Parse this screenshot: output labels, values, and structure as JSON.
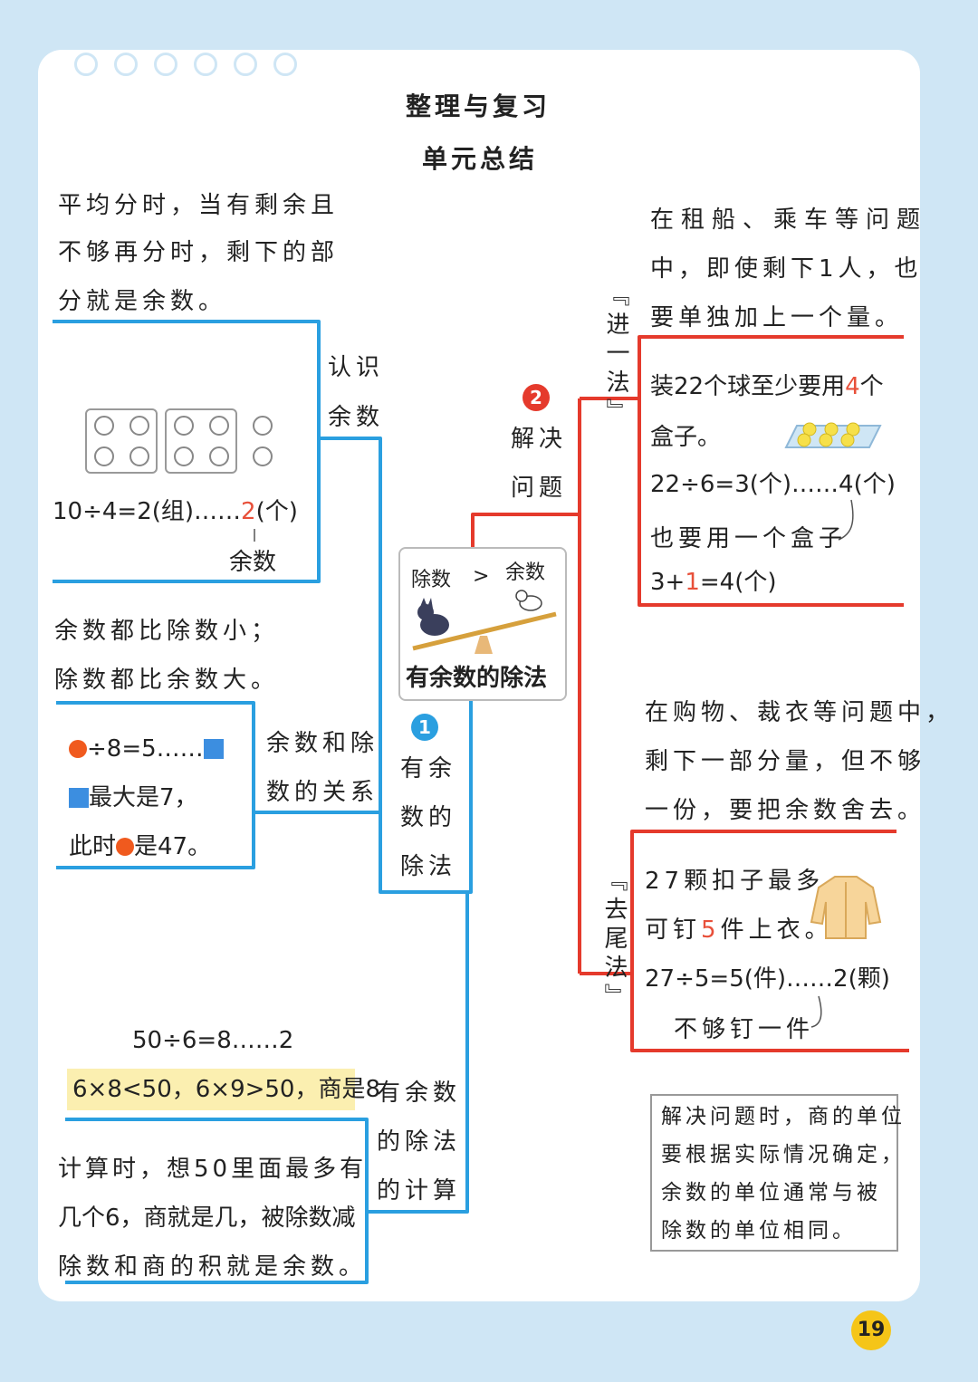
{
  "header": {
    "title": "整理与复习",
    "subtitle": "单元总结"
  },
  "center": {
    "compare": {
      "left": "除数",
      "symbol": ">",
      "right": "余数"
    },
    "title": "有余数的除法"
  },
  "branch1": {
    "num": "1",
    "label": [
      "有余",
      "数的",
      "除法"
    ]
  },
  "branch2": {
    "num": "2",
    "label": [
      "解决",
      "问题"
    ]
  },
  "recognize": {
    "def": [
      "平均分时，当有剩余且",
      "不够再分时，剩下的部",
      "分就是余数。"
    ],
    "label": [
      "认识",
      "余数"
    ],
    "equation_pre": "10÷4=2(组)……",
    "equation_rem": "2",
    "equation_post": "(个)",
    "remainder_label": "余数"
  },
  "relation": {
    "rule": [
      "余数都比除数小；",
      "除数都比余数大。"
    ],
    "label": [
      "余数和除",
      "数的关系"
    ],
    "line1": "÷8=5……",
    "line2": "最大是7，",
    "line3_pre": "此时",
    "line3_post": "是47。"
  },
  "calc": {
    "equation": "50÷6=8……2",
    "hint": "6×8<50，6×9>50，商是8",
    "label": [
      "有余数",
      "的除法",
      "的计算"
    ],
    "text": [
      "计算时，想50里面最多有",
      "几个6，商就是几，被除数减",
      "除数和商的积就是余数。"
    ]
  },
  "jinyi": {
    "label": "『进一法』",
    "desc": [
      "在租船、乘车等问题",
      "中，即使剩下1人，也",
      "要单独加上一个量。"
    ],
    "ex1_pre": "装22个球至少要用",
    "ex1_num": "4",
    "ex1_post": "个",
    "ex2": "盒子。",
    "eq": "22÷6=3(个)……4(个)",
    "note": "也要用一个盒子",
    "eq2_pre": "3+",
    "eq2_num": "1",
    "eq2_post": "=4(个)"
  },
  "quwei": {
    "label": "『去尾法』",
    "desc": [
      "在购物、裁衣等问题中，",
      "剩下一部分量，但不够",
      "一份，要把余数舍去。"
    ],
    "ex1": "27颗扣子最多",
    "ex2_pre": "可钉",
    "ex2_num": "5",
    "ex2_post": "件上衣。",
    "eq": "27÷5=5(件)……2(颗)",
    "note": "不够钉一件"
  },
  "summary": [
    "解决问题时，商的单位",
    "要根据实际情况确定，",
    "余数的单位通常与被",
    "除数的单位相同。"
  ],
  "page": "19",
  "colors": {
    "blue": "#2a9fe0",
    "red": "#e53a2c",
    "highlight": "#fbefb0",
    "orange": "#f05a1e"
  }
}
